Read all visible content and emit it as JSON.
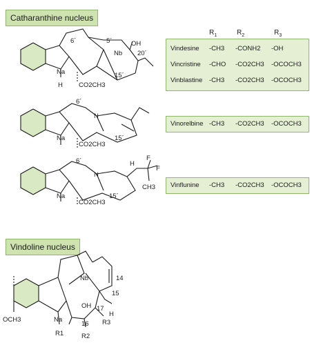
{
  "sections": {
    "catharanthine_title": "Catharanthine nucleus",
    "vindoline_title": "Vindoline nucleus"
  },
  "headers": {
    "r1": "R1",
    "r2": "R2",
    "r3": "R3"
  },
  "compounds_group1": [
    {
      "name": "Vindesine",
      "r1": "-CH3",
      "r2": "-CONH2",
      "r3": "-OH"
    },
    {
      "name": "Vincristine",
      "r1": "-CHO",
      "r2": "-CO2CH3",
      "r3": "-OCOCH3"
    },
    {
      "name": "Vinblastine",
      "r1": "-CH3",
      "r2": "-CO2CH3",
      "r3": "-OCOCH3"
    }
  ],
  "compound_vinorelbine": {
    "name": "Vinorelbine",
    "r1": "-CH3",
    "r2": "-CO2CH3",
    "r3": "-OCOCH3"
  },
  "compound_vinflunine": {
    "name": "Vinflunine",
    "r1": "-CH3",
    "r2": "-CO2CH3",
    "r3": "-OCOCH3"
  },
  "structure_labels": {
    "s1": {
      "p6": "6´",
      "p5": "5´",
      "nb": "Nb",
      "oh": "OH",
      "p20": "20´",
      "p15": "15´",
      "na": "Na",
      "h": "H",
      "ester": "CO2CH3"
    },
    "s2": {
      "p6": "6´",
      "n": "N",
      "p15": "15´",
      "na": "Na",
      "ester": "CO2CH3"
    },
    "s3": {
      "p6": "6´",
      "n": "N",
      "h": "H",
      "f1": "F",
      "f2": "F",
      "ch3": "CH3",
      "p15": "15´",
      "na": "Na",
      "ester": "CO2CH3"
    },
    "vindoline": {
      "p14": "14",
      "p15": "15",
      "nb": "Nb",
      "oh": "OH",
      "p17": "17",
      "h": "H",
      "r3": "R3",
      "och3": "OCH3",
      "na": "Na",
      "p16": "16",
      "r1": "R1",
      "r2": "R2"
    }
  }
}
